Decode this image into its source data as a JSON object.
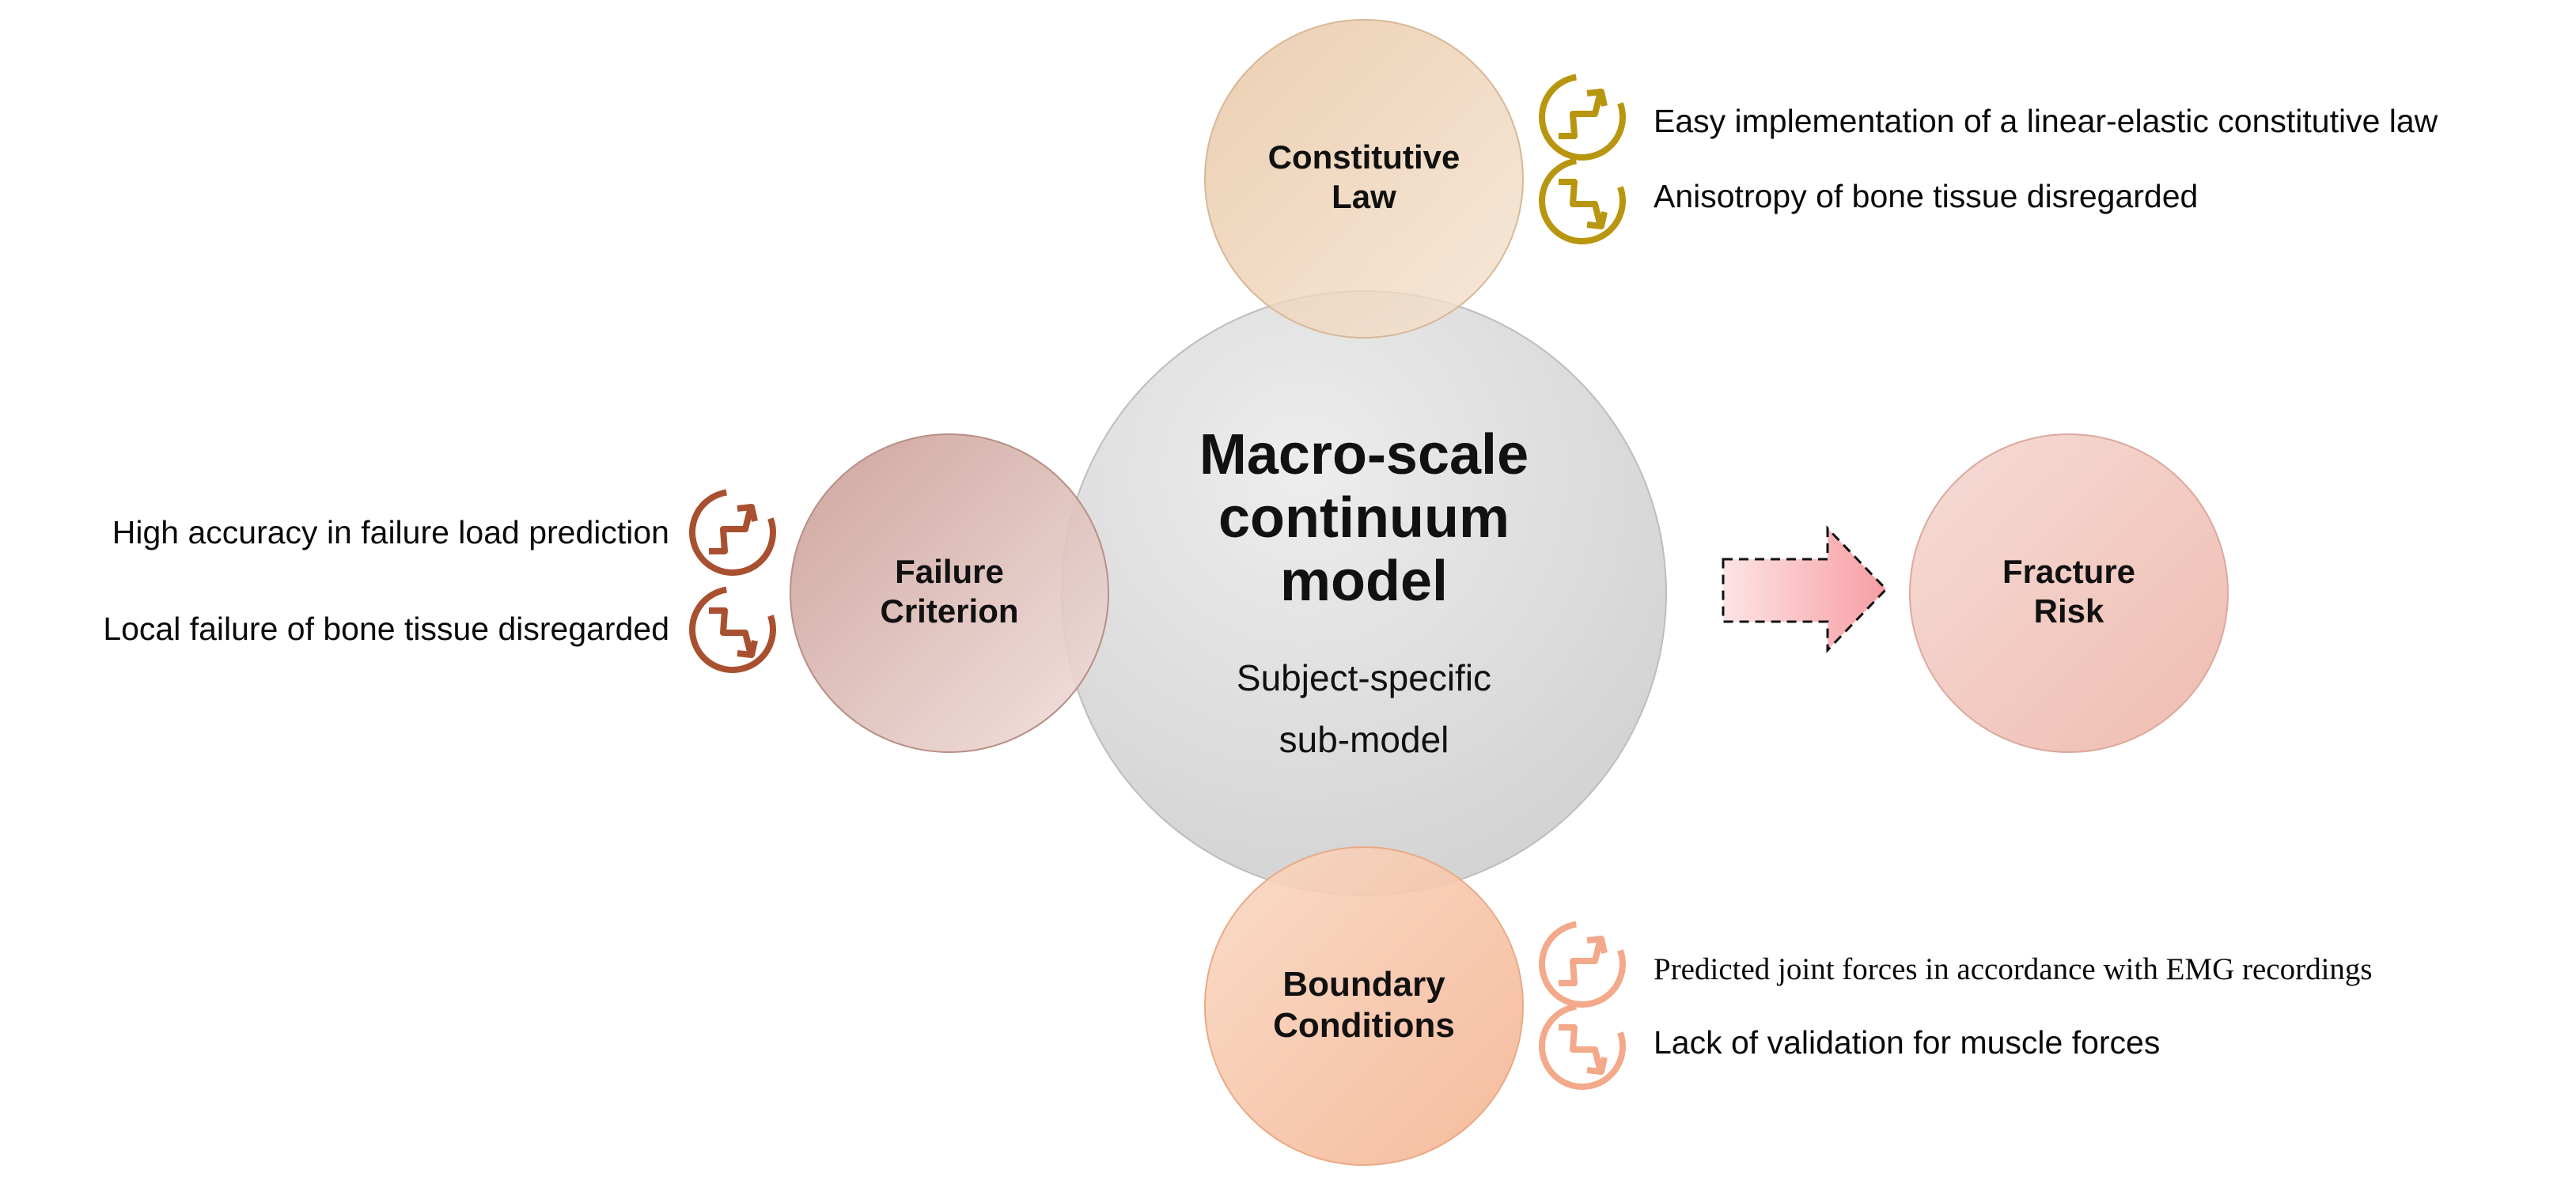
{
  "center": {
    "title_lines": [
      "Macro-scale",
      "continuum",
      "model"
    ],
    "subtitle_lines": [
      "Subject-specific",
      "sub-model"
    ],
    "color": "#d6d6d6"
  },
  "nodes": {
    "constitutive": {
      "lines": [
        "Constitutive",
        "Law"
      ],
      "color": "#eac9a8"
    },
    "failure": {
      "lines": [
        "Failure",
        "Criterion"
      ],
      "color": "#d8aaa2"
    },
    "boundary": {
      "lines": [
        "Boundary",
        "Conditions"
      ],
      "color": "#f6c4a7"
    },
    "fracture": {
      "lines": [
        "Fracture",
        "Risk"
      ],
      "color": "#f0c0b6"
    }
  },
  "annotations": {
    "constitutive": {
      "pro": "Easy implementation of a linear-elastic constitutive law",
      "con": "Anisotropy of bone tissue disregarded",
      "icon_color": "#b8960f"
    },
    "failure": {
      "pro": "High accuracy in failure load prediction",
      "con": "Local failure of bone tissue disregarded",
      "icon_color": "#a8502f"
    },
    "boundary": {
      "pro": "Predicted joint forces in accordance with EMG recordings",
      "con": "Lack of validation for muscle forces",
      "icon_color": "#f3a98a"
    }
  },
  "icons": {
    "pro": "trend-up-icon",
    "con": "trend-down-icon"
  },
  "arrow_color": "#f7a5a8"
}
